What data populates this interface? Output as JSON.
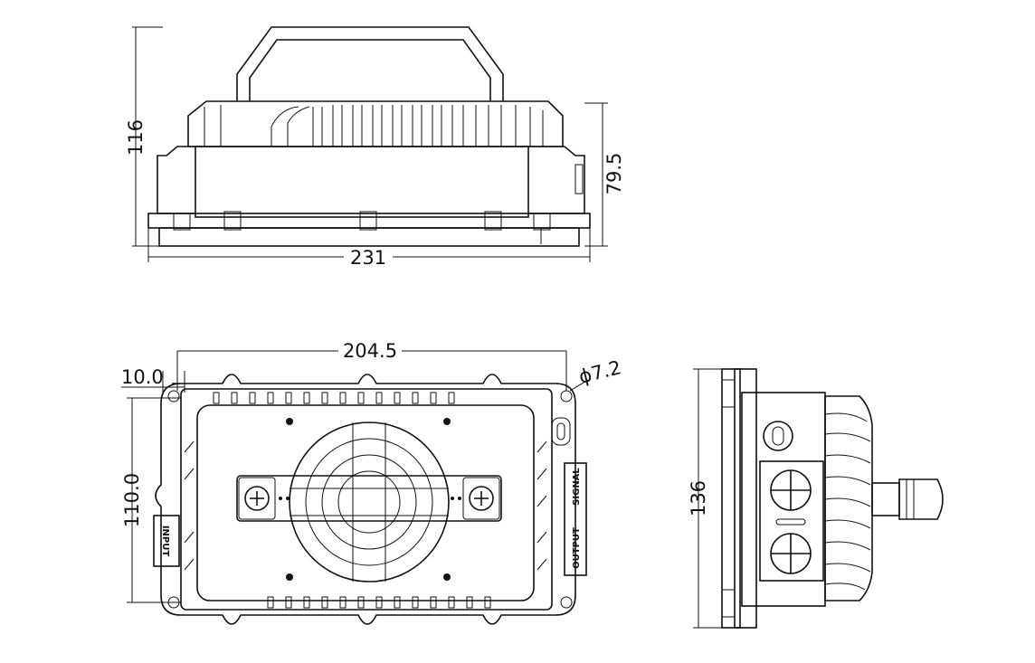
{
  "dimensions": {
    "side_height": "116",
    "side_body_height": "79.5",
    "side_length": "231",
    "hole_span": "204.5",
    "hole_edge_offset": "10.0",
    "hole_diameter": "ϕ7.2",
    "hole_vertical_span": "110.0",
    "end_width": "136"
  },
  "connector_labels": {
    "input": "INPUT",
    "signal": "SIGNAL",
    "output": "OUTPUT"
  }
}
